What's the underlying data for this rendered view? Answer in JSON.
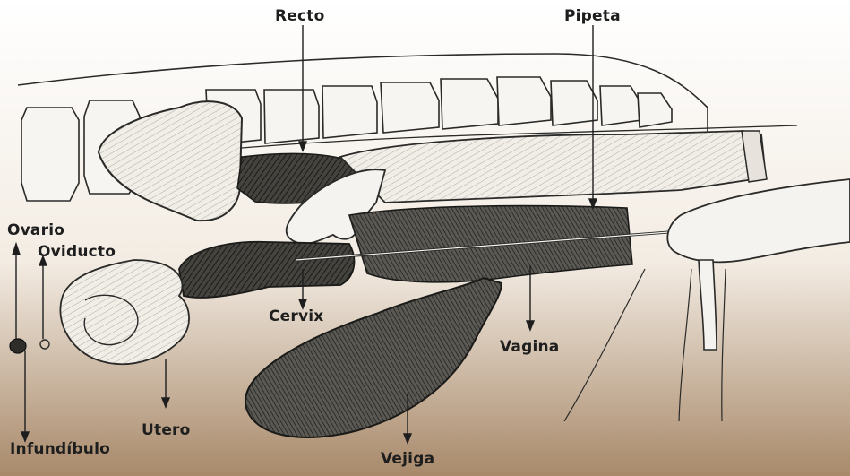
{
  "labels": {
    "recto": "Recto",
    "pipeta": "Pipeta",
    "ovario": "Ovario",
    "oviducto": "Oviducto",
    "cervix": "Cervix",
    "vagina": "Vagina",
    "utero": "Utero",
    "infundibulo": "Infundíbulo",
    "vejiga": "Vejiga"
  },
  "colors": {
    "background_top": "#ffffff",
    "background_bottom": "#a8896a",
    "ink": "#1e1e1e",
    "tissue_dark": "#3b3a36",
    "tissue_light": "#f4f2ee"
  }
}
